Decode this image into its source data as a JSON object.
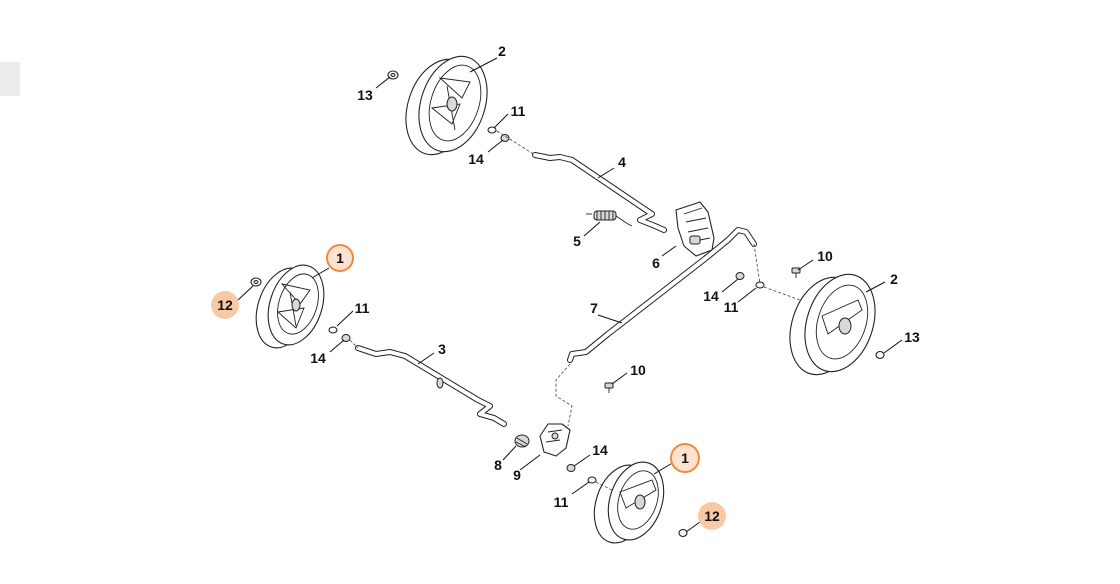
{
  "callouts": [
    {
      "id": "c-2-top",
      "text": "2",
      "highlight": "none"
    },
    {
      "id": "c-13-top",
      "text": "13",
      "highlight": "none"
    },
    {
      "id": "c-11-top",
      "text": "11",
      "highlight": "none"
    },
    {
      "id": "c-14-top",
      "text": "14",
      "highlight": "none"
    },
    {
      "id": "c-4",
      "text": "4",
      "highlight": "none"
    },
    {
      "id": "c-5",
      "text": "5",
      "highlight": "none"
    },
    {
      "id": "c-6",
      "text": "6",
      "highlight": "none"
    },
    {
      "id": "c-10-right",
      "text": "10",
      "highlight": "none"
    },
    {
      "id": "c-2-right",
      "text": "2",
      "highlight": "none"
    },
    {
      "id": "c-14-right",
      "text": "14",
      "highlight": "none"
    },
    {
      "id": "c-11-right",
      "text": "11",
      "highlight": "none"
    },
    {
      "id": "c-13-right",
      "text": "13",
      "highlight": "none"
    },
    {
      "id": "c-7",
      "text": "7",
      "highlight": "none"
    },
    {
      "id": "c-10-mid",
      "text": "10",
      "highlight": "none"
    },
    {
      "id": "c-1-left",
      "text": "1",
      "highlight": "ring"
    },
    {
      "id": "c-12-left",
      "text": "12",
      "highlight": "fill"
    },
    {
      "id": "c-11-left",
      "text": "11",
      "highlight": "none"
    },
    {
      "id": "c-14-left",
      "text": "14",
      "highlight": "none"
    },
    {
      "id": "c-3",
      "text": "3",
      "highlight": "none"
    },
    {
      "id": "c-8",
      "text": "8",
      "highlight": "none"
    },
    {
      "id": "c-9",
      "text": "9",
      "highlight": "none"
    },
    {
      "id": "c-14-bottom",
      "text": "14",
      "highlight": "none"
    },
    {
      "id": "c-11-bottom",
      "text": "11",
      "highlight": "none"
    },
    {
      "id": "c-1-bottom",
      "text": "1",
      "highlight": "ring"
    },
    {
      "id": "c-12-bottom",
      "text": "12",
      "highlight": "fill"
    }
  ],
  "colors": {
    "ring_stroke": "#f08a3c",
    "ring_fill": "#fde3cf",
    "badge_fill": "#f8c9a4",
    "line": "#111111"
  }
}
